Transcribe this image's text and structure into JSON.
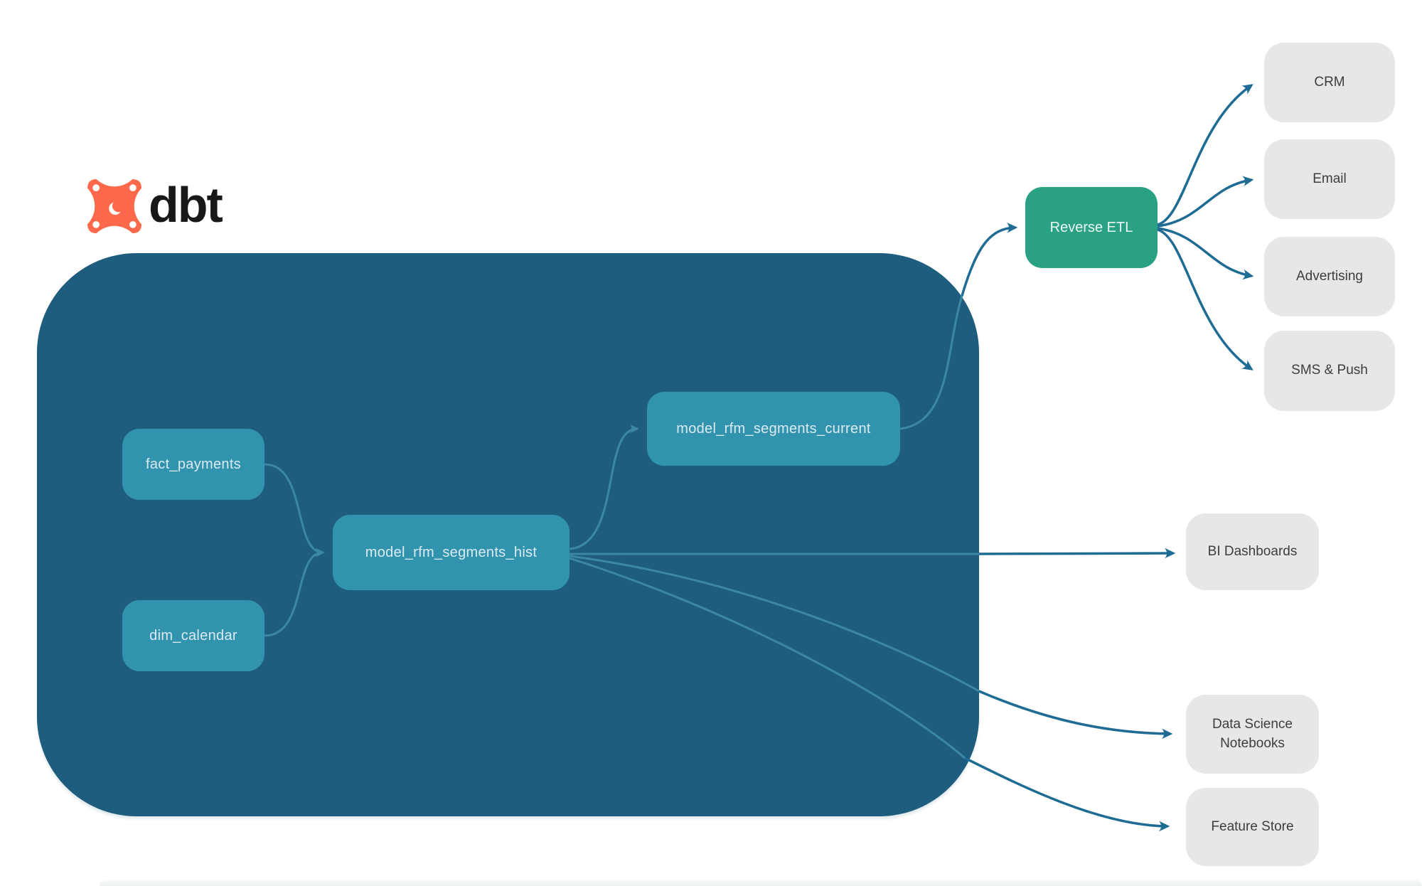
{
  "logo": {
    "brand": "dbt",
    "icon": "dbt-star-icon"
  },
  "warehouse": {
    "nodes": {
      "fact_payments": "fact_payments",
      "dim_calendar": "dim_calendar",
      "hist": "model_rfm_segments_hist",
      "current": "model_rfm_segments_current"
    }
  },
  "reverse_etl": {
    "label": "Reverse ETL"
  },
  "destinations": {
    "crm": "CRM",
    "email": "Email",
    "advertising": "Advertising",
    "sms_push": "SMS & Push",
    "bi_dashboards": "BI Dashboards",
    "ds_notebooks": "Data Science Notebooks",
    "feature_store": "Feature Store"
  },
  "edges": [
    {
      "from": "fact_payments",
      "to": "model_rfm_segments_hist"
    },
    {
      "from": "dim_calendar",
      "to": "model_rfm_segments_hist"
    },
    {
      "from": "model_rfm_segments_hist",
      "to": "model_rfm_segments_current"
    },
    {
      "from": "model_rfm_segments_current",
      "to": "Reverse ETL"
    },
    {
      "from": "Reverse ETL",
      "to": "CRM"
    },
    {
      "from": "Reverse ETL",
      "to": "Email"
    },
    {
      "from": "Reverse ETL",
      "to": "Advertising"
    },
    {
      "from": "Reverse ETL",
      "to": "SMS & Push"
    },
    {
      "from": "model_rfm_segments_hist",
      "to": "BI Dashboards"
    },
    {
      "from": "model_rfm_segments_hist",
      "to": "Data Science Notebooks"
    },
    {
      "from": "model_rfm_segments_hist",
      "to": "Feature Store"
    }
  ],
  "colors": {
    "container_bg": "#1E5D7D",
    "model_node_bg": "#3193AE",
    "model_node_text": "#DCEBF0",
    "reverse_etl_bg": "#2BA183",
    "destination_bg": "#E7E7E7",
    "destination_text": "#3D3D3D",
    "edge_outer": "#1E6B94",
    "edge_inner": "#3A88A4",
    "brand_orange": "#FF694B",
    "brand_text": "#181818"
  }
}
